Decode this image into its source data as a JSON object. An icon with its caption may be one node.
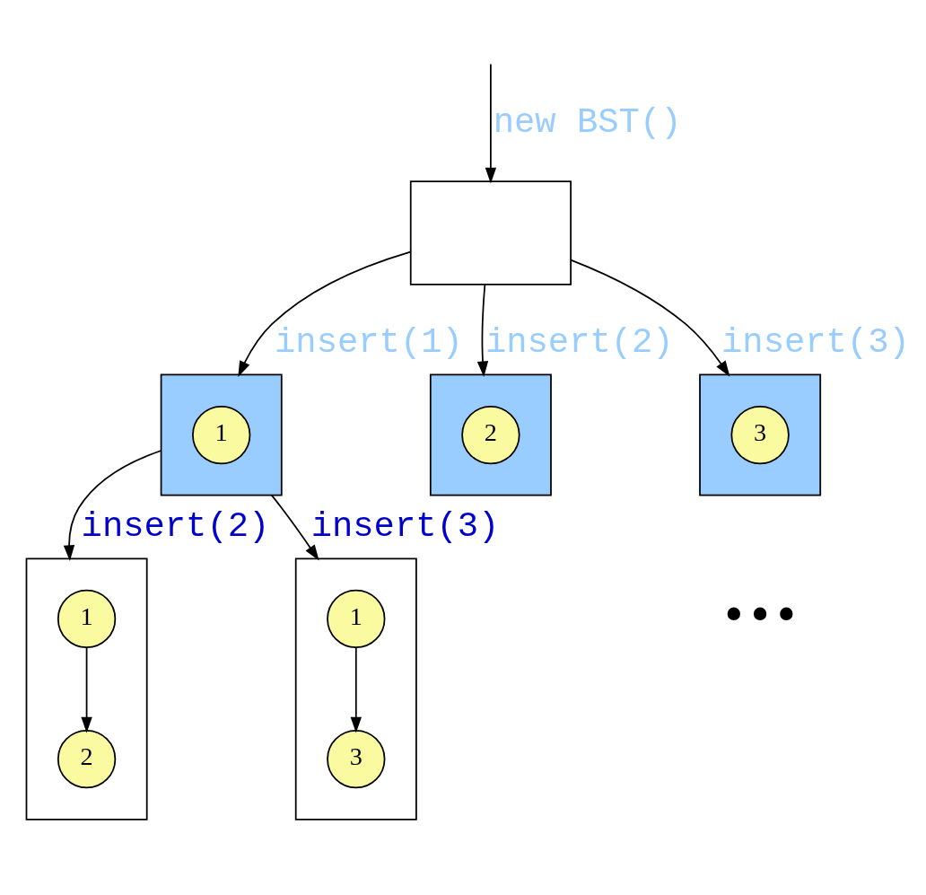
{
  "diagram": {
    "nodes": [
      {
        "text": [],
        "shape": "box"
      },
      {
        "text": [],
        "shape": "box"
      },
      {
        "text": [
          "1"
        ],
        "in": 1
      },
      {
        "text": [],
        "shape": "box"
      },
      {
        "text": [
          "2"
        ],
        "in": 3
      },
      {
        "text": [],
        "shape": "box"
      },
      {
        "text": [
          "3"
        ],
        "in": 5
      },
      {
        "text": [],
        "shape": "box"
      },
      {
        "text": [
          "1"
        ],
        "in": 7
      },
      {
        "text": [
          "2"
        ],
        "in": 7
      },
      {
        "text": [],
        "shape": "box"
      },
      {
        "text": [
          "1"
        ],
        "in": 10
      },
      {
        "text": [
          "3"
        ],
        "in": 10
      }
    ],
    "edges": [
      {
        "from": null,
        "to": 0,
        "arrow": "to",
        "label": "new BST()"
      },
      {
        "from": 0,
        "to": 1,
        "arrow": "to",
        "label": "insert(1)"
      },
      {
        "from": 0,
        "to": 3,
        "arrow": "to",
        "label": "insert(2)"
      },
      {
        "from": 0,
        "to": 5,
        "arrow": "to",
        "label": "insert(3)"
      },
      {
        "from": 1,
        "to": 7,
        "arrow": "to",
        "label": "insert(2)"
      },
      {
        "from": 1,
        "to": 10,
        "arrow": "to",
        "label": "insert(3)"
      },
      {
        "from": 8,
        "to": 9,
        "arrow": "to"
      },
      {
        "from": 11,
        "to": 12,
        "arrow": "to"
      }
    ],
    "labels": [
      "•••"
    ]
  }
}
